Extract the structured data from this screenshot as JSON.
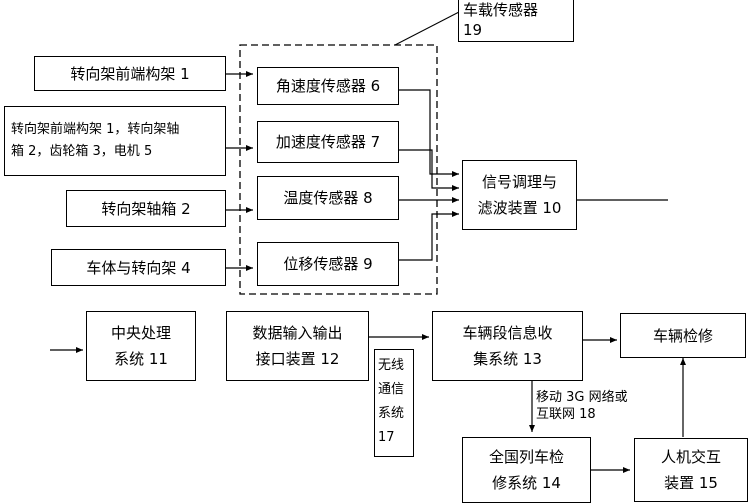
{
  "onboard_group": {
    "title": "车载传感器",
    "number": "19"
  },
  "sources": [
    {
      "text": "转向架前端构架 1"
    },
    {
      "text": "转向架前端构架 1，转向架轴\n箱 2，齿轮箱 3，电机 5"
    },
    {
      "text": "转向架轴箱 2"
    },
    {
      "text": "车体与转向架 4"
    }
  ],
  "sensors": [
    {
      "text": "角速度传感器 6"
    },
    {
      "text": "加速度传感器 7"
    },
    {
      "text": "温度传感器 8"
    },
    {
      "text": "位移传感器 9"
    }
  ],
  "conditioning": {
    "text": "信号调理与\n滤波装置 10"
  },
  "central": {
    "text": "中央处理\n系统 11"
  },
  "io_interface": {
    "text": "数据输入输出\n接口装置 12"
  },
  "wireless": {
    "text": "无线\n通信\n系统\n17"
  },
  "depot_system": {
    "text": "车辆段信息收\n集系统 13"
  },
  "maintenance": {
    "text": "车辆检修"
  },
  "network_label": {
    "text": "移动 3G 网络或\n互联网 18"
  },
  "national_system": {
    "text": "全国列车检\n修系统 14"
  },
  "hmi": {
    "text": "人机交互\n装置 15"
  }
}
